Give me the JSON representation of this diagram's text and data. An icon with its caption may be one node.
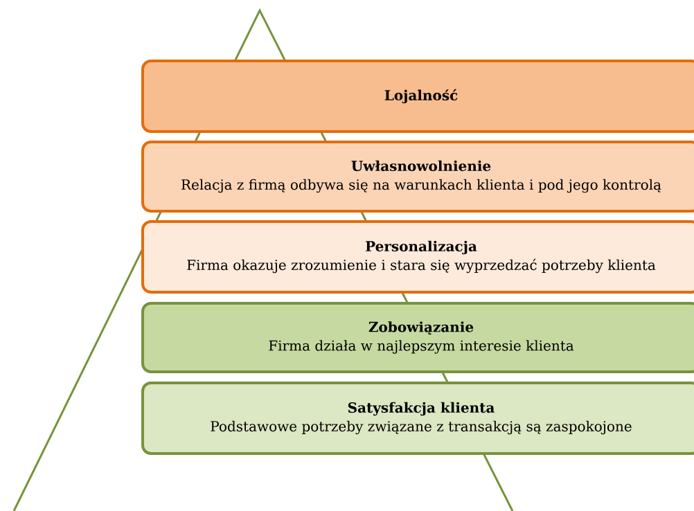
{
  "diagram": {
    "nodes": [
      {
        "text": [
          "Lojalność"
        ]
      },
      {
        "text": [
          "Uwłasnowolnienie",
          "Relacja z firmą odbywa się na warunkach klienta i pod jego kontrolą"
        ]
      },
      {
        "text": [
          "Personalizacja",
          "Firma okazuje zrozumienie i stara się wyprzedzać potrzeby klienta"
        ]
      },
      {
        "text": [
          "Zobowiązanie",
          "Firma działa w najlepszym interesie klienta"
        ]
      },
      {
        "text": [
          "Satysfakcja klienta",
          "Podstawowe potrzeby związane z transakcją są zaspokojone"
        ]
      }
    ]
  }
}
